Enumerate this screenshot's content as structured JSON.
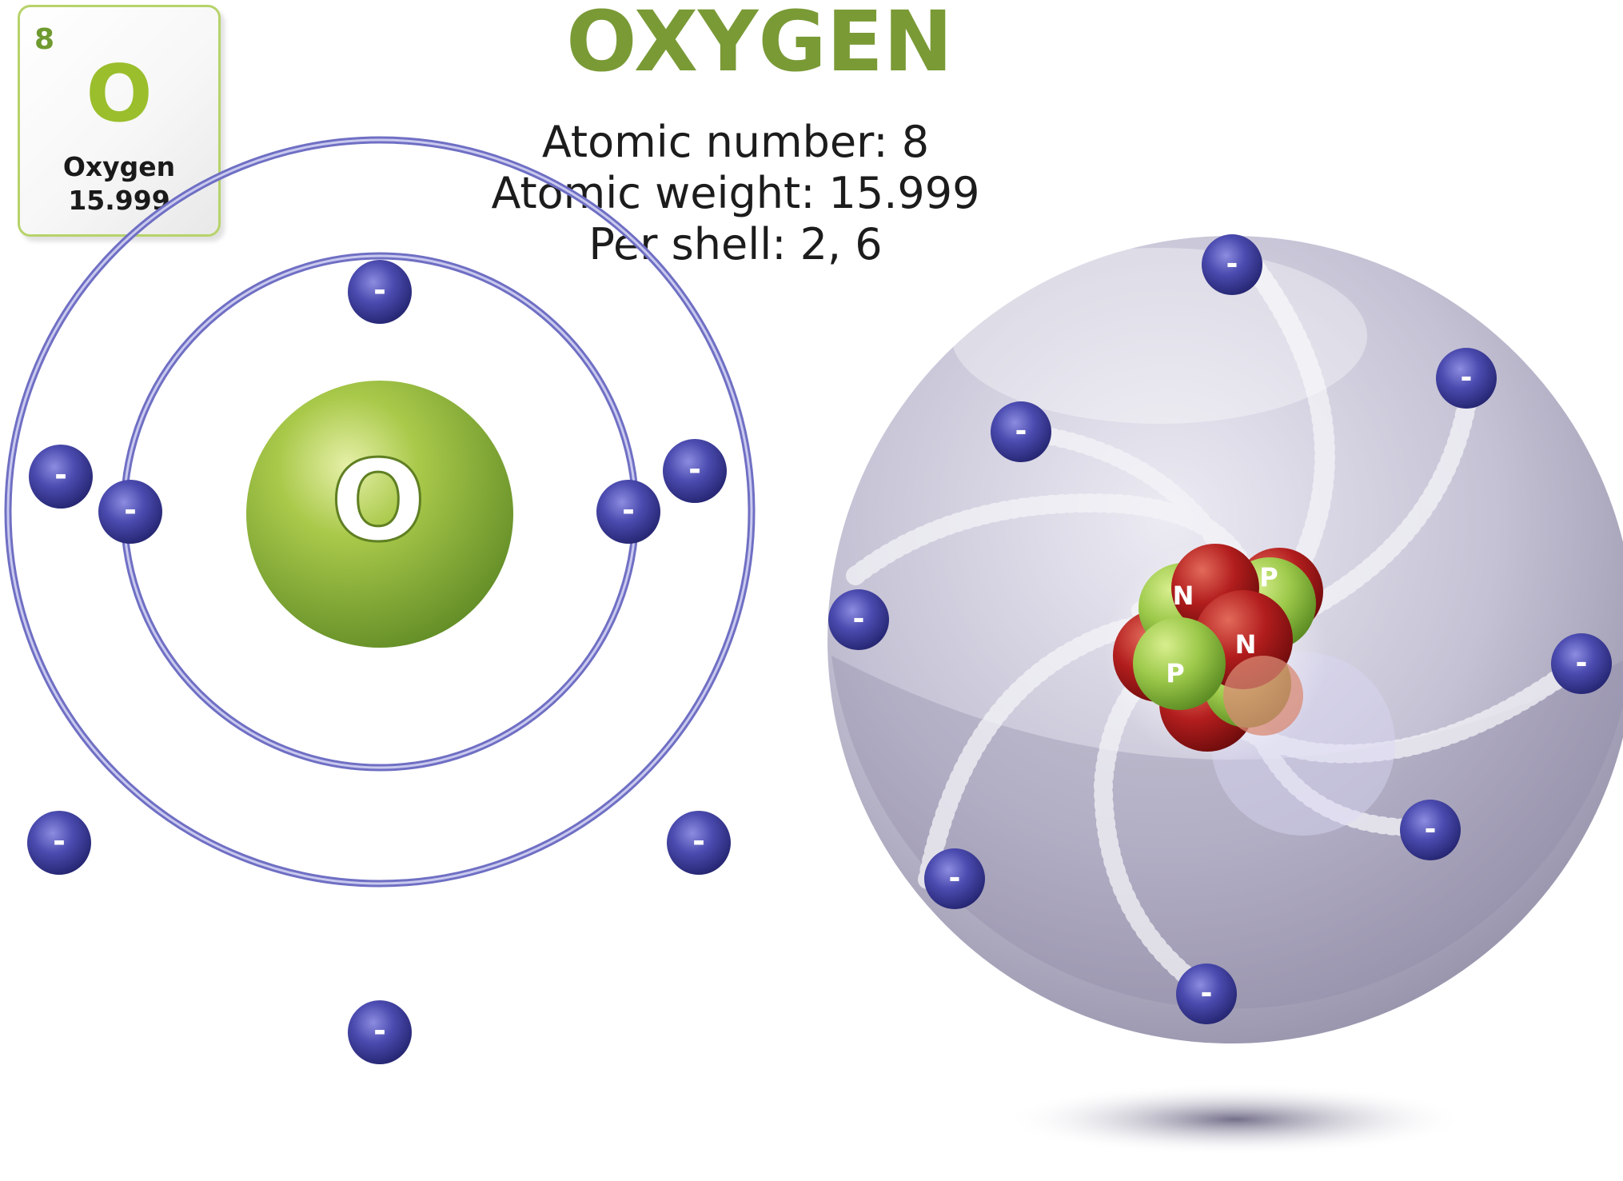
{
  "element_tile": {
    "atomic_number": "8",
    "symbol": "O",
    "name": "Oxygen",
    "weight": "15.999"
  },
  "title": "OXYGEN",
  "info": {
    "atomic_number_line": "Atomic number: 8",
    "atomic_weight_line": "Atomic weight: 15.999",
    "per_shell_line": "Per shell:  2, 6"
  },
  "bohr_model": {
    "nucleus_symbol": "O",
    "electron_sign": "-"
  },
  "sphere_model": {
    "electron_sign": "-",
    "nucleons": [
      "N",
      "P",
      "N",
      "P"
    ]
  },
  "colors": {
    "electron": "#3b3b9e",
    "orbit": "#6f6fc4",
    "nucleus_green": "#8fb63a",
    "title_green": "#7a9a36",
    "proton_green": "#9cc94a",
    "neutron_red": "#b21d1d",
    "sphere_gray": "#b7b4c8"
  }
}
